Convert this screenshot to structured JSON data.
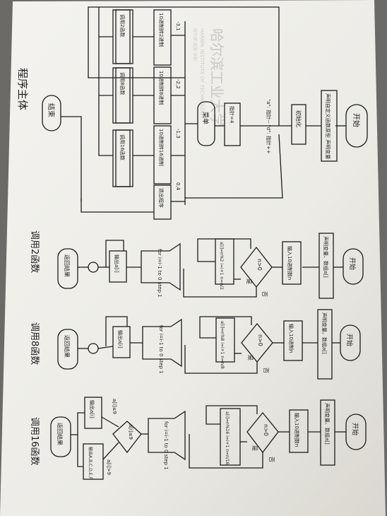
{
  "watermark": {
    "title": "哈尔滨工业大学",
    "subtitle": "HARBIN INSTITUTE OF TECHNOLOGY",
    "line3": "哈尔滨·威海·深圳"
  },
  "main_program": {
    "caption": "程序主体",
    "start": "开始",
    "declare": "声明自定义函数原型 声明变量",
    "init": "初始化",
    "menu": "菜单",
    "loop_label_1": "\"a\": 指针-- \"d\": 指针++",
    "loop_label_2": "指针=4",
    "branch_labels": [
      "0,4",
      "-1,3",
      "-2,2",
      "-3,1"
    ],
    "exit_box": "退出程序",
    "conv_1": "10进制转2进制",
    "conv_2": "10进制转8进制",
    "conv_3": "10进制转16进制",
    "call_1": "调用2函数",
    "call_2": "调用8函数",
    "call_3": "调用16函数",
    "end": "结束"
  },
  "func_2": {
    "caption": "调用2函数",
    "start": "开始",
    "declare": "声明变量、数组a[]",
    "input": "输入10进制数n",
    "cond": "n>0",
    "yes": "是",
    "no": "否",
    "body": "a[i]=n%2 i=i+1 n=n/2",
    "loop": "for i=i-1 to 0 step 1",
    "output": "输出a[i]",
    "return": "返回结果"
  },
  "func_8": {
    "caption": "调用8函数",
    "start": "开始",
    "declare": "声明变量、数组a[]",
    "input": "输入10进制n",
    "cond": "n>0",
    "yes": "是",
    "no": "否",
    "body": "a[i]=n%8 i=i+1 n=n/8",
    "loop": "for i=i-1 to 0 step 1",
    "output": "输出a[i]",
    "return": "返回结果"
  },
  "func_16": {
    "caption": "调用16函数",
    "start": "开始",
    "declare": "声明变量、数组a[]",
    "input": "输入10进制数n",
    "cond": "n>0",
    "yes": "是",
    "no": "否",
    "body": "a[i]=n%16 i=i+1 n=n/16",
    "loop": "for i=i-1 to 0 step 1",
    "cond2": "a[i]≤9",
    "le9": "a[i]≤9",
    "gt9": "a[i]>9",
    "output": "输出a[i]",
    "output_hex": "输出A,B,C,D,E,F",
    "return": "返回结果"
  }
}
